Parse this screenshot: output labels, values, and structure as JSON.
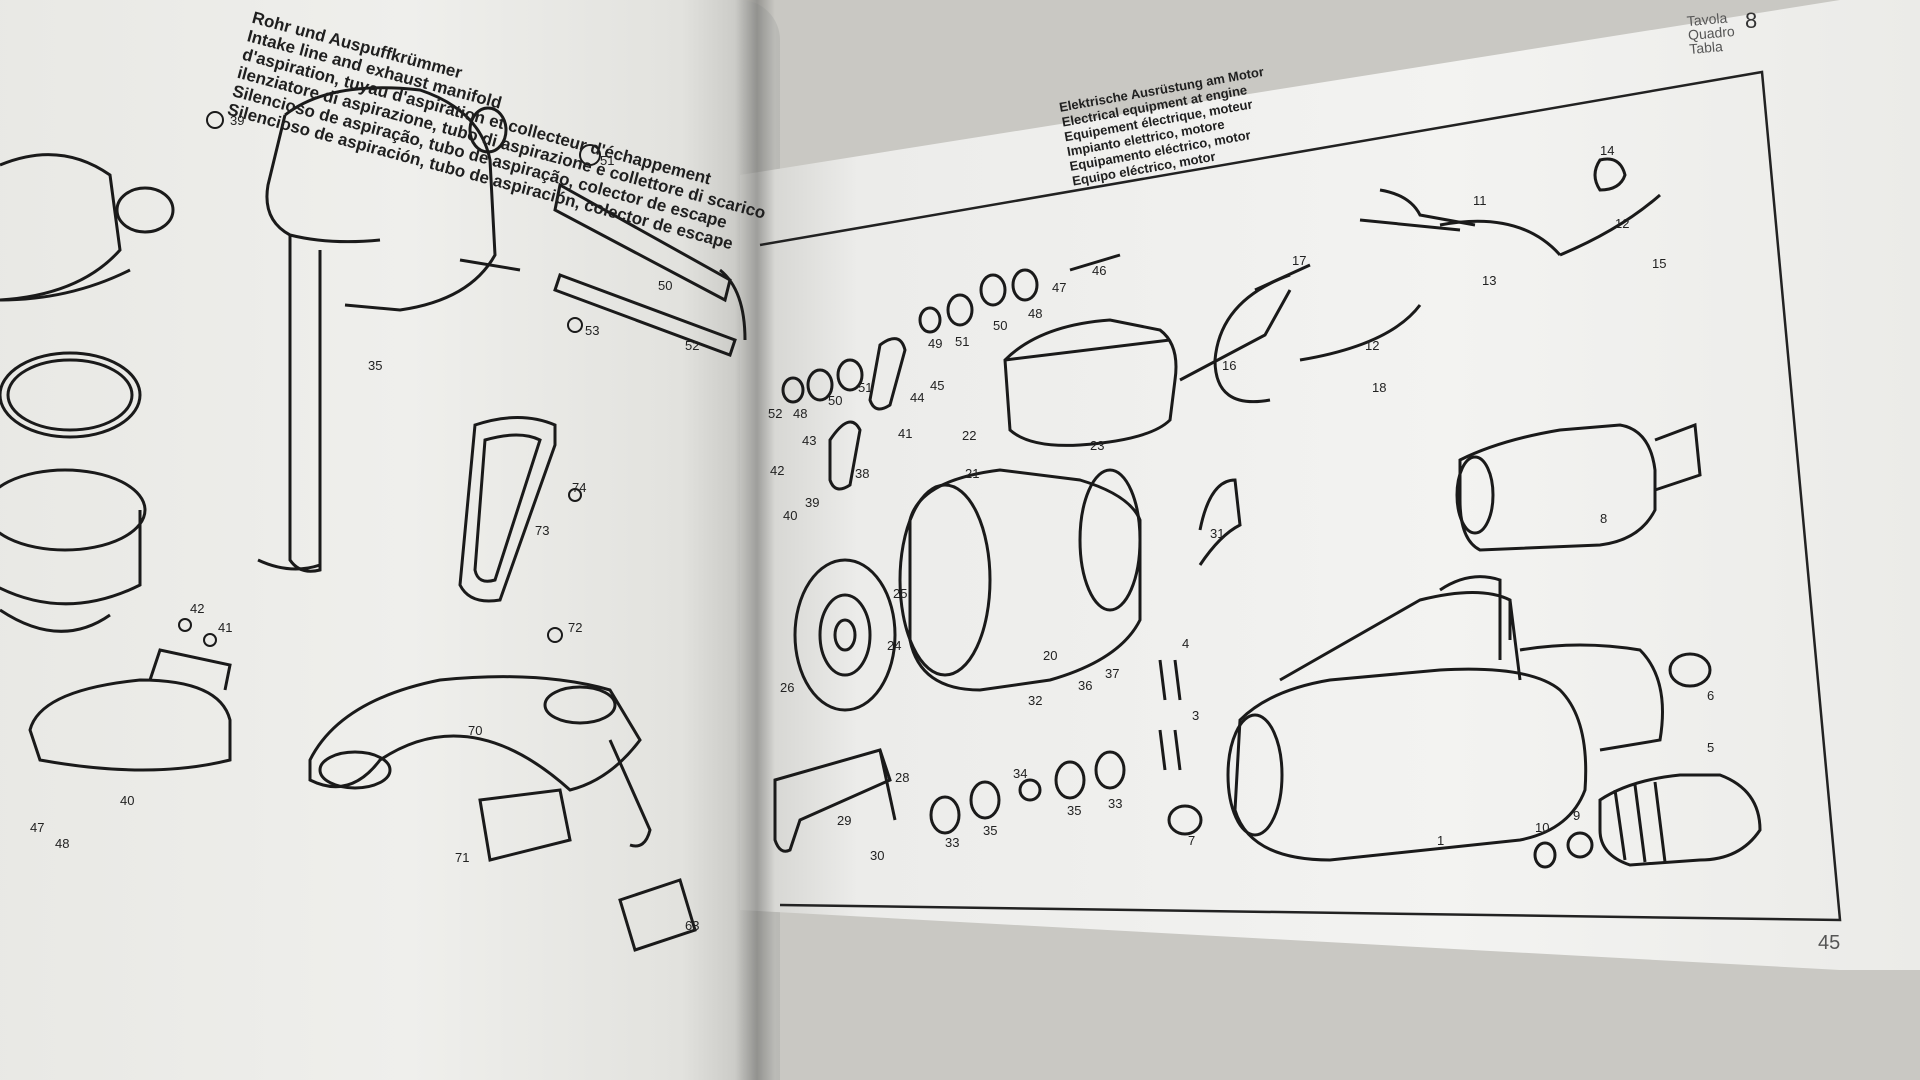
{
  "left_page": {
    "heading_lines": [
      "Rohr und Auspuffkrümmer",
      "Intake line and exhaust manifold",
      "d'aspiration, tuyau d'aspiration et collecteur d'échappement",
      "ilenziatore di aspirazione, tubo di aspirazione e collettore di scarico",
      "Silencioso de aspiração, tubo de aspiração, colector de escape",
      "Silencioso de aspiración, tubo de aspiración, colector de escape"
    ],
    "part_numbers": [
      "39",
      "51",
      "35",
      "50",
      "53",
      "52",
      "74",
      "73",
      "42",
      "41",
      "72",
      "70",
      "40",
      "71",
      "47",
      "48",
      "63"
    ]
  },
  "right_page": {
    "plate_labels": [
      "Tavola",
      "Quadro",
      "Tabla"
    ],
    "plate_number": "8",
    "heading_lines": [
      "Elektrische Ausrüstung am Motor",
      "Electrical equipment at engine",
      "Equipement électrique, moteur",
      "Impianto elettrico, motore",
      "Equipamento eléctrico, motor",
      "Equipo eléctrico, motor"
    ],
    "part_numbers": [
      "11",
      "14",
      "12",
      "13",
      "15",
      "46",
      "47",
      "17",
      "50",
      "48",
      "49",
      "51",
      "16",
      "12",
      "18",
      "52",
      "48",
      "50",
      "51",
      "44",
      "45",
      "41",
      "43",
      "42",
      "38",
      "22",
      "23",
      "21",
      "39",
      "40",
      "8",
      "31",
      "25",
      "24",
      "20",
      "4",
      "36",
      "37",
      "3",
      "26",
      "32",
      "6",
      "28",
      "34",
      "5",
      "29",
      "30",
      "33",
      "35",
      "35",
      "33",
      "7",
      "1",
      "9",
      "10"
    ],
    "page_number": "45"
  }
}
